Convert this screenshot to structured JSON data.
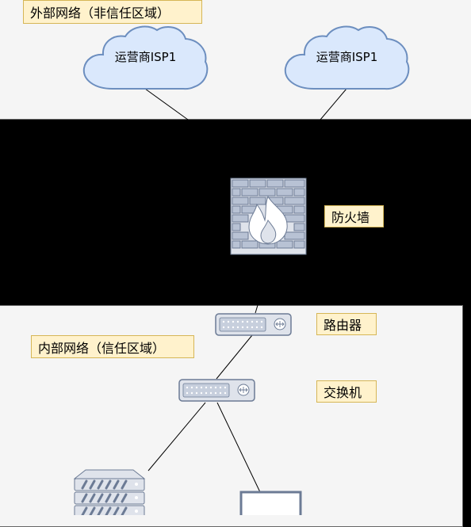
{
  "zones": {
    "external": "外部网络（非信任区域）",
    "internal": "内部网络（信任区域）"
  },
  "clouds": [
    {
      "label": "运营商ISP1"
    },
    {
      "label": "运营商ISP1"
    }
  ],
  "devices": {
    "firewall": "防火墙",
    "router": "路由器",
    "switch": "交换机"
  },
  "colors": {
    "zone_fill": "#f5f5f5",
    "cloud_fill": "#dae8fc",
    "cloud_stroke": "#6c8ebf",
    "label_fill": "#fff2cc",
    "label_stroke": "#d6b656",
    "device_fill": "#dfe3eb",
    "device_stroke": "#6c7b95",
    "background": "#000000"
  }
}
